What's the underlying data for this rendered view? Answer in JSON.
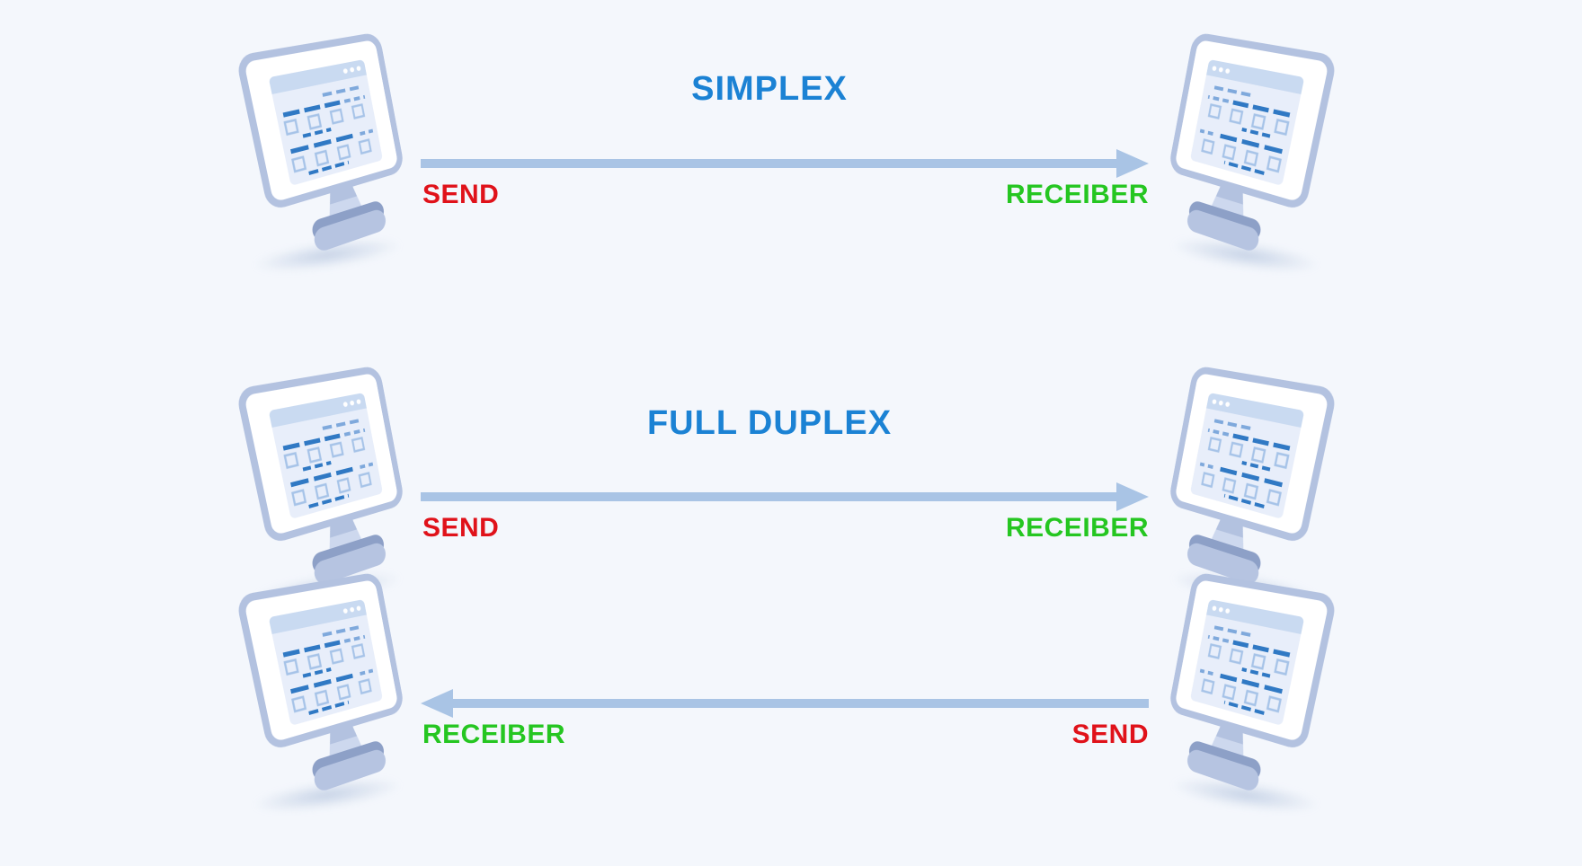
{
  "diagram": {
    "background_color": "#f4f7fc",
    "colors": {
      "title_blue": "#1b82d4",
      "send_red": "#e0121a",
      "receive_green": "#25c621",
      "arrow_blue": "#a9c4e5",
      "monitor_frame": "#b3c2e0",
      "monitor_content_blue": "#3079c4"
    },
    "icons": {
      "monitor": "monitor-icon",
      "arrow": "arrow-icon"
    },
    "sections": [
      {
        "title": "SIMPLEX",
        "rows": [
          {
            "left_label": "SEND",
            "right_label": "RECEIBER",
            "arrow_direction": "right"
          }
        ]
      },
      {
        "title": "FULL DUPLEX",
        "rows": [
          {
            "left_label": "SEND",
            "right_label": "RECEIBER",
            "arrow_direction": "right"
          },
          {
            "left_label": "RECEIBER",
            "right_label": "SEND",
            "arrow_direction": "left"
          }
        ]
      }
    ]
  }
}
